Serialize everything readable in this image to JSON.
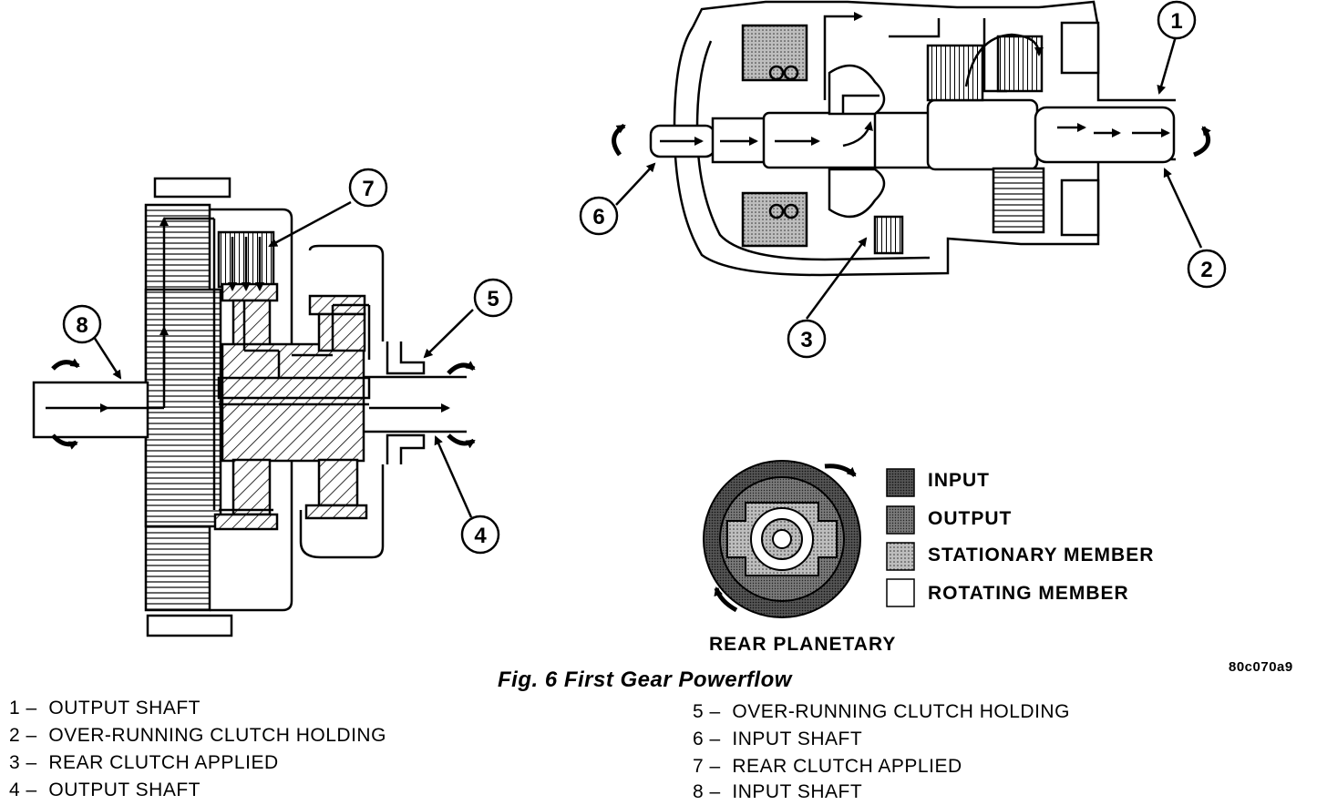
{
  "figure": {
    "caption": "Fig. 6 First Gear Powerflow",
    "code": "80c070a9",
    "callouts": [
      "1",
      "2",
      "3",
      "4",
      "5",
      "6",
      "7",
      "8"
    ]
  },
  "planetary": {
    "label": "REAR PLANETARY"
  },
  "legend": {
    "items": [
      {
        "label": "INPUT",
        "fill": "#3a3a3a"
      },
      {
        "label": "OUTPUT",
        "fill": "#6a6a6a"
      },
      {
        "label": "STATIONARY MEMBER",
        "fill": "#a8a8a8"
      },
      {
        "label": "ROTATING MEMBER",
        "fill": "#ffffff"
      }
    ]
  },
  "parts": {
    "left": [
      {
        "num": "1",
        "dash": "–",
        "name": "OUTPUT SHAFT"
      },
      {
        "num": "2",
        "dash": "–",
        "name": "OVER-RUNNING CLUTCH HOLDING"
      },
      {
        "num": "3",
        "dash": "–",
        "name": "REAR CLUTCH APPLIED"
      },
      {
        "num": "4",
        "dash": "–",
        "name": "OUTPUT SHAFT"
      }
    ],
    "right": [
      {
        "num": "5",
        "dash": "–",
        "name": "OVER-RUNNING CLUTCH HOLDING"
      },
      {
        "num": "6",
        "dash": "–",
        "name": "INPUT SHAFT"
      },
      {
        "num": "7",
        "dash": "–",
        "name": "REAR CLUTCH APPLIED"
      },
      {
        "num": "8",
        "dash": "–",
        "name": "INPUT SHAFT"
      }
    ]
  }
}
